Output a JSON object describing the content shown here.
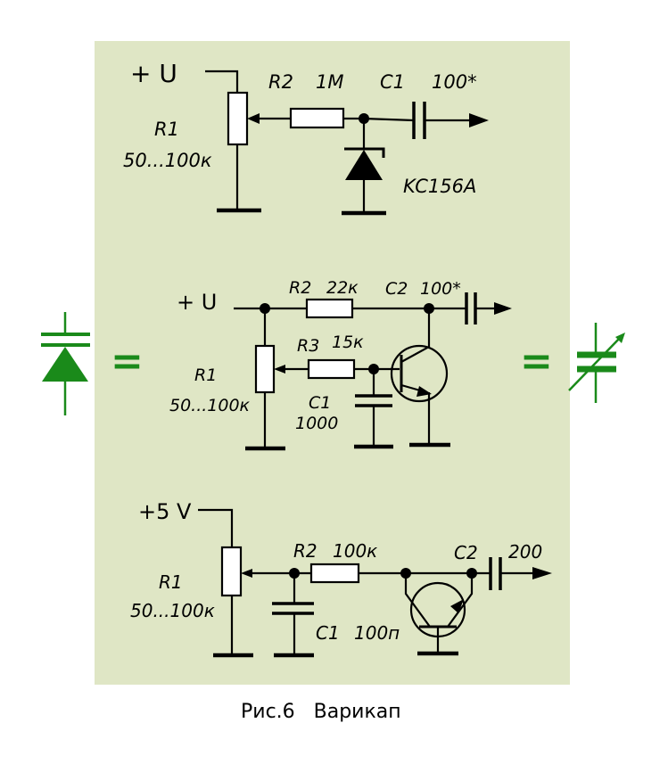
{
  "colors": {
    "panel_background": "#dfe6c5",
    "symbol_green": "#1a8a1a",
    "wire": "#000000"
  },
  "circuit1": {
    "supply": "+ U",
    "r1_name": "R1",
    "r1_value": "50...100к",
    "r2_name": "R2",
    "r2_value": "1M",
    "c1_name": "C1",
    "c1_value": "100*",
    "zener": "KC156A"
  },
  "circuit2": {
    "supply": "+ U",
    "r1_name": "R1",
    "r1_value": "50...100к",
    "r2_name": "R2",
    "r2_value": "22к",
    "r3_name": "R3",
    "r3_value": "15к",
    "c1_name": "C1",
    "c1_value": "1000",
    "c2_name": "C2",
    "c2_value": "100*"
  },
  "circuit3": {
    "supply": "+5 V",
    "r1_name": "R1",
    "r1_value": "50...100к",
    "r2_name": "R2",
    "r2_value": "100к",
    "c1_name": "C1",
    "c1_value": "100п",
    "c2_name": "C2",
    "c2_value": "200"
  },
  "equals_left": "=",
  "equals_right": "=",
  "caption": "Рис.6   Варикап"
}
